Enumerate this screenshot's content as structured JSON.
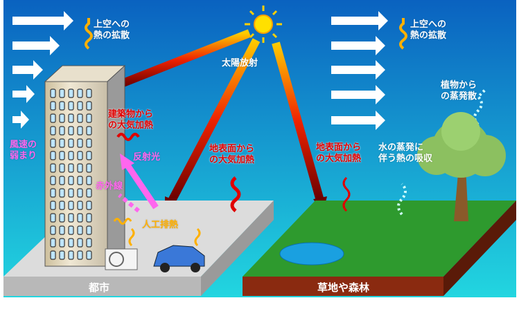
{
  "labels": {
    "upper_diffusion_left": "上空への\n熱の拡散",
    "upper_diffusion_right": "上空への\n熱の拡散",
    "solar_radiation": "太陽放射",
    "building_heating": "建築物から\nの大気加熱",
    "wind_weakening": "風速の\n弱まり",
    "reflected_light": "反射光",
    "infrared": "赤外線",
    "anthropogenic_heat": "人工排熱",
    "surface_heating_city": "地表面から\nの大気加熱",
    "surface_heating_forest": "地表面から\nの大気加熱",
    "water_evaporation": "水の蒸発に\n伴う熱の吸収",
    "plant_evapotranspiration": "植物から\nの蒸発散",
    "city": "都市",
    "grass_forest": "草地や森林"
  },
  "colors": {
    "sky_top": "#0a62c0",
    "sky_bottom": "#1fd0e0",
    "grass": "#2e9a2e",
    "soil": "#8a2a10",
    "city_ground": "#d8d8d8"
  }
}
